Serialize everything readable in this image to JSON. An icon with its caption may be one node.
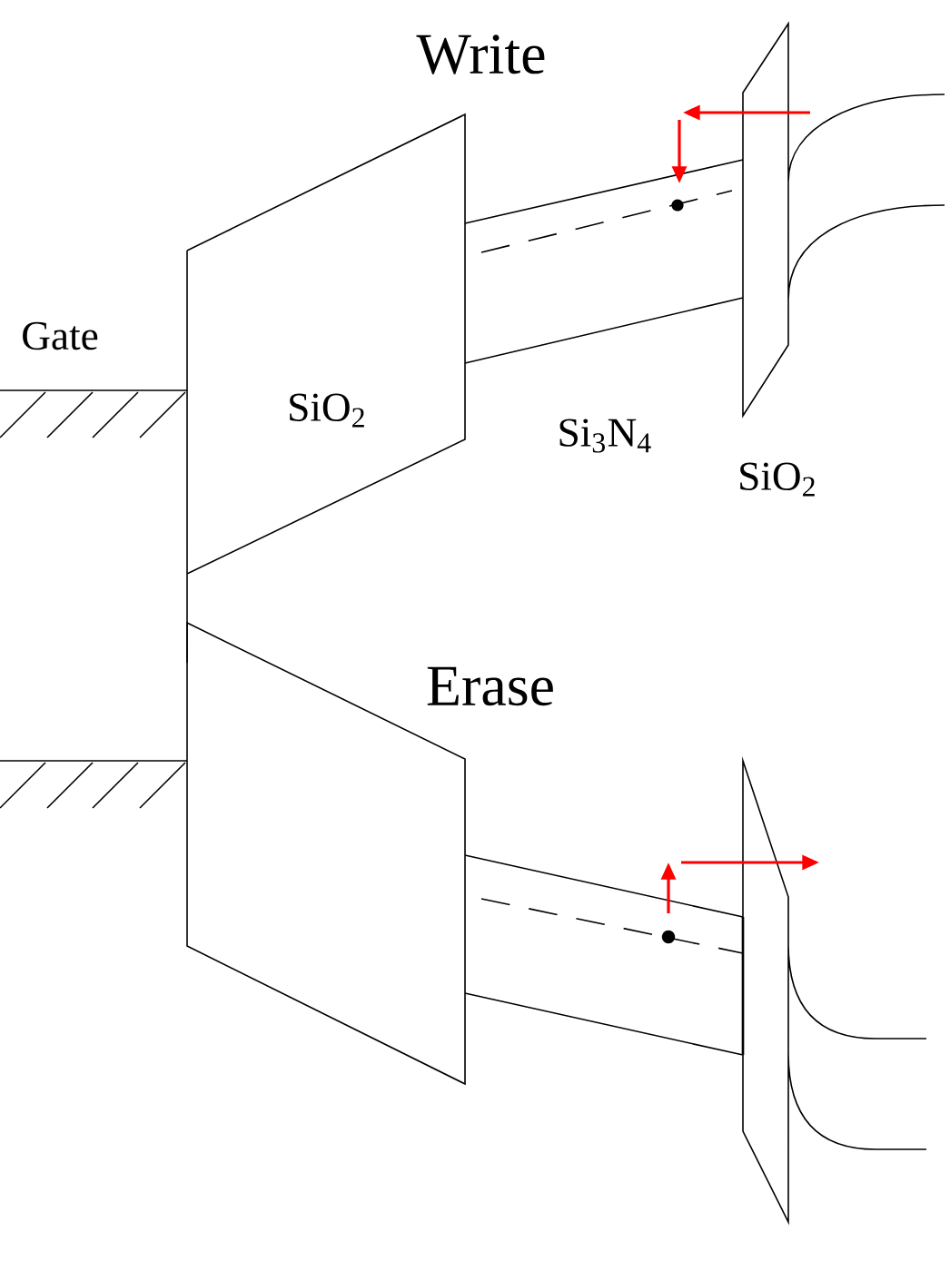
{
  "diagram": {
    "labels": [
      "Write",
      "Gate",
      "SiO$_{2}$",
      "Si$_{3}$N$_{4}$",
      "SiO$_{2}$",
      "Erase"
    ]
  }
}
